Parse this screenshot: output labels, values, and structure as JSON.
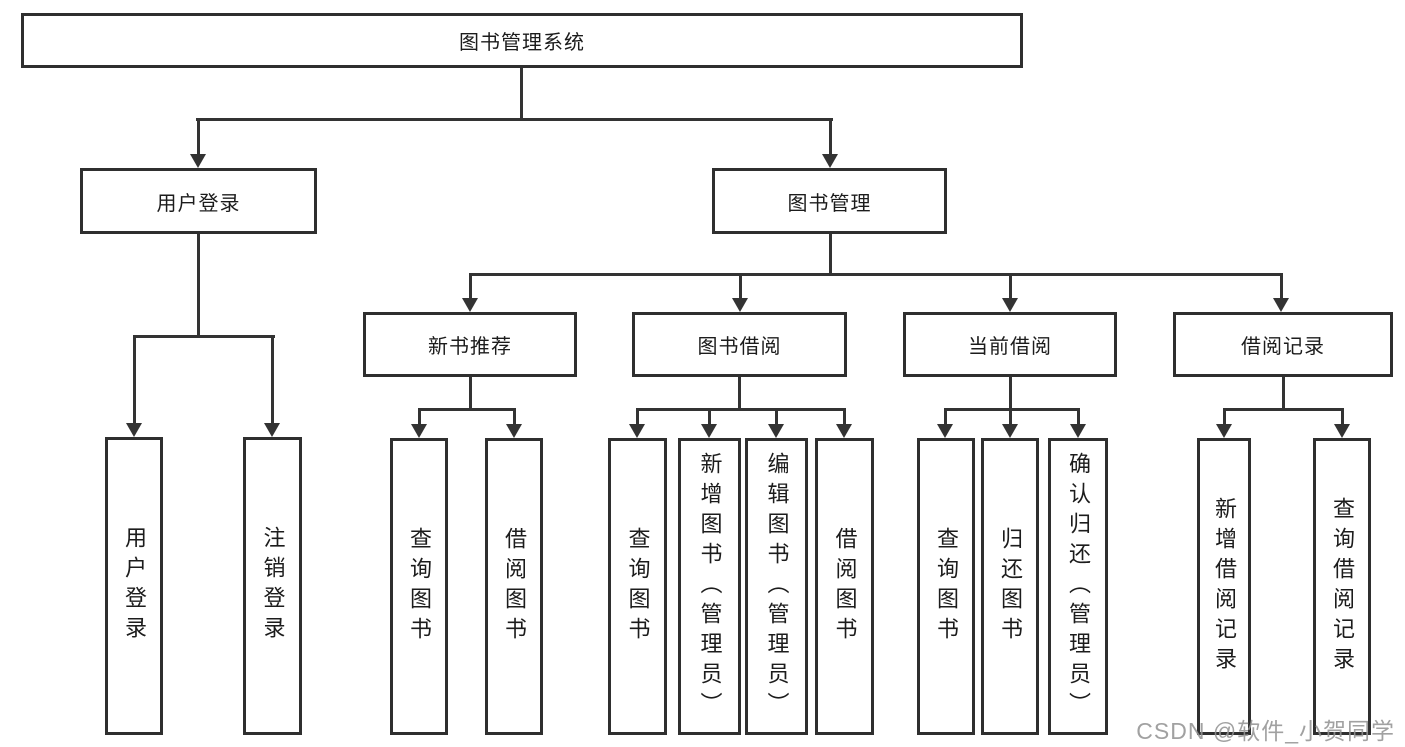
{
  "tree": {
    "root": {
      "label": "图书管理系统"
    },
    "branches": [
      {
        "label": "用户登录",
        "children": [
          {
            "label": "用户登录"
          },
          {
            "label": "注销登录"
          }
        ]
      },
      {
        "label": "图书管理",
        "children": [
          {
            "label": "新书推荐",
            "children": [
              {
                "label": "查询图书"
              },
              {
                "label": "借阅图书"
              }
            ]
          },
          {
            "label": "图书借阅",
            "children": [
              {
                "label": "查询图书"
              },
              {
                "label": "新增图书（管理员）"
              },
              {
                "label": "编辑图书（管理员）"
              },
              {
                "label": "借阅图书"
              }
            ]
          },
          {
            "label": "当前借阅",
            "children": [
              {
                "label": "查询图书"
              },
              {
                "label": "归还图书"
              },
              {
                "label": "确认归还（管理员）"
              }
            ]
          },
          {
            "label": "借阅记录",
            "children": [
              {
                "label": "新增借阅记录"
              },
              {
                "label": "查询借阅记录"
              }
            ]
          }
        ]
      }
    ]
  },
  "watermark": "CSDN @软件_小贺同学",
  "colors": {
    "line": "#333333",
    "box_border": "#2f2f2f",
    "text": "#1c1c1c",
    "background": "#ffffff",
    "watermark": "#949494"
  }
}
